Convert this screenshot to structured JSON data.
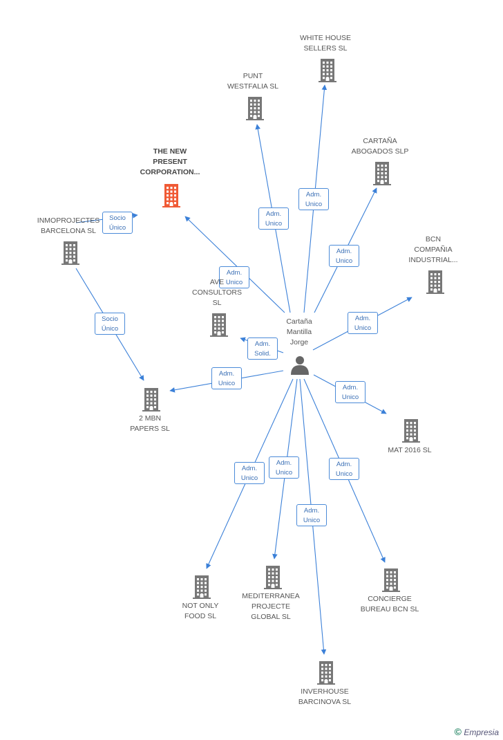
{
  "center": {
    "label": "Cartaña\nMantilla\nJorge",
    "icon": "person-icon"
  },
  "colors": {
    "edge": "#3b80d8",
    "building": "#777777",
    "building_focus": "#f05a35",
    "person": "#666666"
  },
  "nodes": [
    {
      "id": "white-house",
      "label": "WHITE HOUSE\nSELLERS SL",
      "focus": false
    },
    {
      "id": "punt-westfalia",
      "label": "PUNT\nWESTFALIA SL",
      "focus": false
    },
    {
      "id": "cartana-abogados",
      "label": "CARTAÑA\nABOGADOS SLP",
      "focus": false
    },
    {
      "id": "the-new-present",
      "label": "THE NEW\nPRESENT\nCORPORATION...",
      "focus": true
    },
    {
      "id": "inmoprojectes",
      "label": "INMOPROJECTES\nBARCELONA SL",
      "focus": false
    },
    {
      "id": "bcn-compania",
      "label": "BCN\nCOMPAÑIA\nINDUSTRIAL...",
      "focus": false
    },
    {
      "id": "ave-consultors",
      "label": "AVE\nCONSULTORS\nSL",
      "focus": false
    },
    {
      "id": "2mbn-papers",
      "label": "2 MBN\nPAPERS SL",
      "focus": false
    },
    {
      "id": "mat-2016",
      "label": "MAT 2016  SL",
      "focus": false
    },
    {
      "id": "not-only-food",
      "label": "NOT ONLY\nFOOD  SL",
      "focus": false
    },
    {
      "id": "mediterranea",
      "label": "MEDITERRANEA\nPROJECTE\nGLOBAL  SL",
      "focus": false
    },
    {
      "id": "concierge",
      "label": "CONCIERGE\nBUREAU BCN  SL",
      "focus": false
    },
    {
      "id": "inverhouse",
      "label": "INVERHOUSE\nBARCINOVA  SL",
      "focus": false
    }
  ],
  "edges": [
    {
      "from": "center",
      "to": "white-house",
      "label": "Adm.\nUnico"
    },
    {
      "from": "center",
      "to": "punt-westfalia",
      "label": "Adm.\nUnico"
    },
    {
      "from": "center",
      "to": "cartana-abogados",
      "label": "Adm.\nUnico"
    },
    {
      "from": "center",
      "to": "the-new-present",
      "label": "Adm.\nUnico"
    },
    {
      "from": "center",
      "to": "bcn-compania",
      "label": "Adm.\nUnico"
    },
    {
      "from": "center",
      "to": "ave-consultors",
      "label": "Adm.\nSolid."
    },
    {
      "from": "center",
      "to": "2mbn-papers",
      "label": "Adm.\nUnico"
    },
    {
      "from": "center",
      "to": "mat-2016",
      "label": "Adm.\nUnico"
    },
    {
      "from": "center",
      "to": "not-only-food",
      "label": "Adm.\nUnico"
    },
    {
      "from": "center",
      "to": "mediterranea",
      "label": "Adm.\nUnico"
    },
    {
      "from": "center",
      "to": "concierge",
      "label": "Adm.\nUnico"
    },
    {
      "from": "center",
      "to": "inverhouse",
      "label": "Adm.\nUnico"
    },
    {
      "from": "inmoprojectes",
      "to": "the-new-present",
      "label": "Socio\nÚnico"
    },
    {
      "from": "inmoprojectes",
      "to": "2mbn-papers",
      "label": "Socio\nÚnico"
    }
  ],
  "footer": {
    "copyright": "©",
    "brand": "Empresia"
  }
}
